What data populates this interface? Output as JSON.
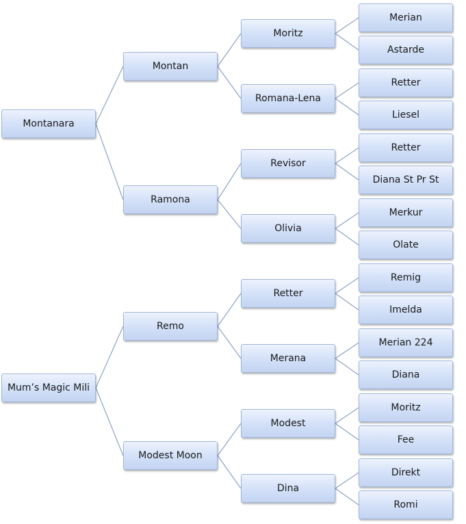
{
  "pedigrees": [
    {
      "name": "Montanara",
      "sire": {
        "name": "Montan",
        "sire": {
          "name": "Moritz",
          "sire": "Merian",
          "dam": "Astarde"
        },
        "dam": {
          "name": "Romana-Lena",
          "sire": "Retter",
          "dam": "Liesel"
        }
      },
      "dam": {
        "name": "Ramona",
        "sire": {
          "name": "Revisor",
          "sire": "Retter",
          "dam": "Diana St Pr St"
        },
        "dam": {
          "name": "Olivia",
          "sire": "Merkur",
          "dam": "Olate"
        }
      }
    },
    {
      "name": "Mum’s Magic Mili",
      "sire": {
        "name": "Remo",
        "sire": {
          "name": "Retter",
          "sire": "Remig",
          "dam": "Imelda"
        },
        "dam": {
          "name": "Merana",
          "sire": "Merian 224",
          "dam": "Diana"
        }
      },
      "dam": {
        "name": "Modest Moon",
        "sire": {
          "name": "Modest",
          "sire": "Moritz",
          "dam": "Fee"
        },
        "dam": {
          "name": "Dina",
          "sire": "Direkt",
          "dam": "Romi"
        }
      }
    }
  ],
  "style": {
    "box_fill_top": "#eef3fd",
    "box_fill_bottom": "#c3d4f2",
    "box_border": "#9fb6da",
    "connector_color": "#8da2c8"
  }
}
